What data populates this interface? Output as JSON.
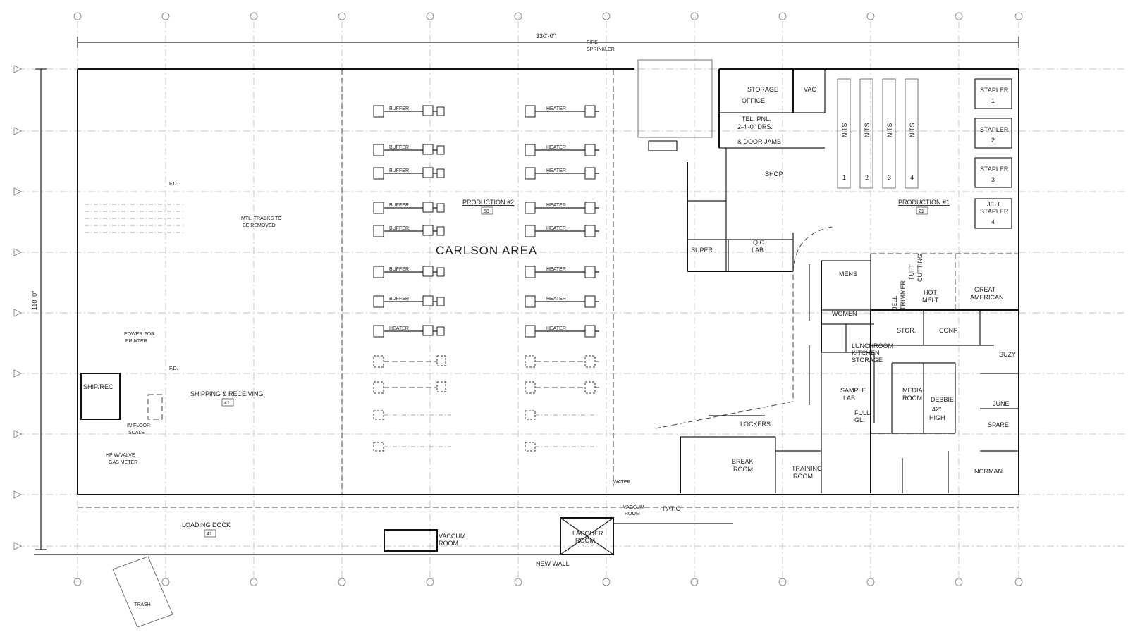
{
  "dimensions": {
    "overall_width": "330'-0\"",
    "overall_depth": "110'-0\""
  },
  "areas": {
    "carlson": "CARLSON AREA",
    "production2": {
      "name": "PRODUCTION #2",
      "tag": "58"
    },
    "production1": {
      "name": "PRODUCTION #1",
      "tag": "21"
    },
    "shipping": {
      "name": "SHIPPING & RECEIVING",
      "tag": "41"
    },
    "loading": {
      "name": "LOADING DOCK",
      "tag": "41"
    }
  },
  "rooms": {
    "storage": "STORAGE",
    "vac": "VAC",
    "office": "OFFICE",
    "shop": "SHOP",
    "super": "SUPER",
    "qc_lab_1": "Q.C.",
    "qc_lab_2": "LAB",
    "mens": "MENS",
    "women": "WOMEN",
    "lunchroom_1": "LUNCHROOM",
    "lunchroom_2": "KITCHEN",
    "lunchroom_3": "STORAGE",
    "sample_1": "SAMPLE",
    "sample_2": "LAB",
    "full_1": "FULL",
    "full_2": "GL.",
    "stor": "STOR.",
    "conf": "CONF.",
    "media_1": "MEDIA",
    "media_2": "ROOM",
    "debbie_1": "DEBBIE",
    "debbie_2": "42\"",
    "debbie_3": "HIGH",
    "june": "JUNE",
    "spare": "SPARE",
    "suzy": "SUZY",
    "norman": "NORMAN",
    "break_1": "BREAK",
    "break_2": "ROOM",
    "training_1": "TRAINING",
    "training_2": "ROOM",
    "hot_melt_1": "HOT",
    "hot_melt_2": "MELT",
    "great_1": "GREAT",
    "great_2": "AMERICAN",
    "tuft_1": "TUFT",
    "tuft_2": "CUTTING",
    "jell_trim_1": "JELL",
    "jell_trim_2": "TRIMMER",
    "ship_rec": "SHIP/REC",
    "vaccum_room_1": "VACCUM",
    "vaccum_room_2": "ROOM",
    "lacquer_1": "LACQUER",
    "lacquer_2": "ROOM",
    "trash": "TRASH",
    "patio": "PATIO"
  },
  "staplers": [
    "STAPLER",
    "STAPLER",
    "STAPLER",
    "STAPLER"
  ],
  "stapler_nums": [
    "1",
    "2",
    "3",
    "4"
  ],
  "stapler4_prefix": "JELL",
  "nits": [
    "NITS",
    "NITS",
    "NITS",
    "NITS"
  ],
  "nits_nums": [
    "1",
    "2",
    "3",
    "4"
  ],
  "notes": {
    "tel_pnl": "TEL. PNL.",
    "drs": "2-4'-0\" DRS.",
    "door_jamb": "& DOOR JAMB",
    "lockers": "LOCKERS",
    "new_wall": "NEW WALL",
    "vaccum_room_small": "VACCUM",
    "vaccum_room_small_2": "ROOM",
    "power_printer_1": "POWER FOR",
    "power_printer_2": "PRINTER",
    "floor_scale_1": "IN FLOOR",
    "floor_scale_2": "SCALE",
    "gas_meter_1": "HP W/VALVE",
    "gas_meter_2": "GAS METER",
    "mtl_tracks_1": "MTL. TRACKS TO",
    "mtl_tracks_2": "BE REMOVED",
    "fire_sprinkler_1": "FIRE",
    "fire_sprinkler_2": "SPRINKLER",
    "water_1": "WATER",
    "fd_1": "F.D.",
    "fd_2": "F.D."
  },
  "machine_labels": {
    "a": "BUFFER",
    "b": "HEATER"
  }
}
